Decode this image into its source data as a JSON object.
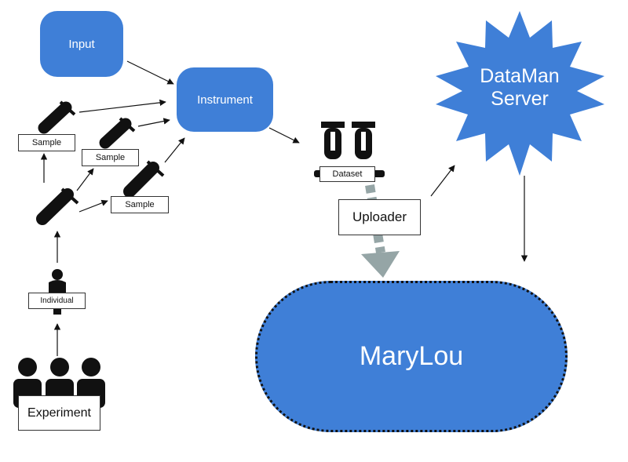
{
  "diagram": {
    "nodes": {
      "input": "Input",
      "instrument": "Instrument",
      "dataman_line1": "DataMan",
      "dataman_line2": "Server",
      "marylou": "MaryLou",
      "uploader": "Uploader",
      "dataset": "Dataset",
      "sample_1": "Sample",
      "sample_2": "Sample",
      "sample_3": "Sample",
      "individual": "Individual",
      "experiment": "Experiment"
    },
    "icons": [
      "test-tube-icon",
      "test-tube-rack-icon",
      "person-icon",
      "group-of-people-icon",
      "starburst-shape"
    ],
    "colors": {
      "node_fill": "#3f7fd7",
      "node_text": "#ffffff",
      "arrow": "#111111",
      "upload_arrow": "#95a5a6"
    }
  }
}
